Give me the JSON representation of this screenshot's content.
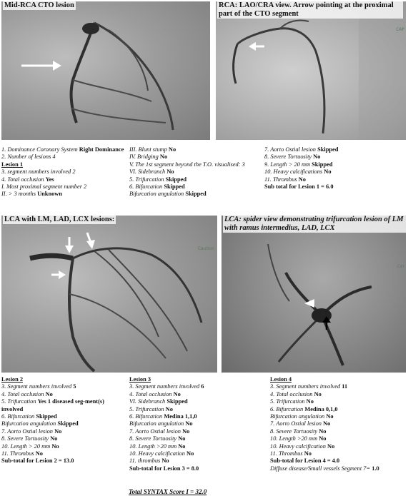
{
  "figures": {
    "fig1": {
      "caption": "Mid-RCA CTO lesion"
    },
    "fig2": {
      "caption": "RCA:  LAO/CRA  view.  Arrow  pointing  at  the proximal part of the CTO segment",
      "overlay": "CAP"
    },
    "fig3": {
      "caption": "LCA with LM, LAD, LCX lesions:",
      "overlay": "Caution"
    },
    "fig4": {
      "caption": "LCA: spider view demonstrating trifurcation lesion of LM with ramus intermedius, LAD, LCX",
      "overlay": "Cor"
    }
  },
  "general": {
    "col1": [
      {
        "text": "1.  Dominance  Coronary  System ",
        "value": "Right Dominance"
      },
      {
        "text": "2. Number of lesions 4"
      },
      {
        "heading": "Lesion 1"
      },
      {
        "text": "3. segment numbers involved 2"
      },
      {
        "text": "4. Total occlusion ",
        "value": "Yes"
      },
      {
        "text": "I. Most proximal segment number 2"
      },
      {
        "text": "II. > 3 months ",
        "value": "Unknown"
      }
    ],
    "col2": [
      {
        "text": "III. Blunt stump ",
        "value": "No"
      },
      {
        "text": "IV. Bridging ",
        "value": "No"
      },
      {
        "text": "V. The 1st segment beyond the T.O. visualised: 3"
      },
      {
        "text": "VI. Sidebranch ",
        "value": "No"
      },
      {
        "text": "5. Trifurcation ",
        "value": "Skipped"
      },
      {
        "text": "6. Bifurcation ",
        "value": "Skipped"
      },
      {
        "text": "Bifurcation angulation ",
        "value": "Skipped"
      }
    ],
    "col3": [
      {
        "text": "7. Aorto Ostial lesion ",
        "value": "Skipped"
      },
      {
        "text": "8. Severe Tortuosity ",
        "value": "No"
      },
      {
        "text": "9. Length > 20 mm ",
        "value": "Skipped"
      },
      {
        "text": "10. Heavy calcifications ",
        "value": "No"
      },
      {
        "text": "11. Thrombus ",
        "value": "No"
      },
      {
        "subtotal": "Sub total for Lesion 1 = 6.0"
      }
    ]
  },
  "lesions": {
    "l2": [
      {
        "heading": "Lesion 2"
      },
      {
        "text": "3. Segment numbers involved ",
        "value": "5"
      },
      {
        "text": "4. Total occlusion ",
        "value": "No"
      },
      {
        "text": "5.  Trifurcation  ",
        "value": "Yes  1  diseased  seg-ment(s) involved",
        "wrap": true
      },
      {
        "text": "6. Bifurcation ",
        "value": "Skipped"
      },
      {
        "text": "Bifurcation angulation ",
        "value": "Skipped"
      },
      {
        "text": "7. Aorto Ostial lesion ",
        "value": "No"
      },
      {
        "text": "8. Severe Tortuosity ",
        "value": "No"
      },
      {
        "text": "10. Length > 20 mm ",
        "value": "No"
      },
      {
        "text": "11. Thrombus ",
        "value": "No"
      },
      {
        "subtotal": "Sub-total for Lesion 2 = 13.0"
      }
    ],
    "l3": [
      {
        "heading": "Lesion 3"
      },
      {
        "text": "3. Segment numbers involved ",
        "value": "6"
      },
      {
        "text": "4. Total occlusion ",
        "value": "No"
      },
      {
        "text": "VI. Sidebranch ",
        "value": "Skipped"
      },
      {
        "text": "5. Trifurcation ",
        "value": "No"
      },
      {
        "text": "6. Bifurcation ",
        "value": "Medina 1,1,0"
      },
      {
        "text": "Bifurcation angulation ",
        "value": "No"
      },
      {
        "text": "7. Aorto Ostial lesion ",
        "value": "No"
      },
      {
        "text": "8. Severe Tortuosity ",
        "value": "No"
      },
      {
        "text": "10. Length >20 mm ",
        "value": "No"
      },
      {
        "text": "10. Heavy calcification ",
        "value": "No"
      },
      {
        "text": "11. thrombus ",
        "value": "No"
      },
      {
        "subtotal": "Sub-total for Lesion 3 = 8.0"
      }
    ],
    "l4": [
      {
        "heading": "Lesion 4"
      },
      {
        "text": "3. Segment numbers involved ",
        "value": "11"
      },
      {
        "text": "4. Total occlusion ",
        "value": "No"
      },
      {
        "text": "5. Trifurcation ",
        "value": "No"
      },
      {
        "text": "6. Bifurcation ",
        "value": "Medina 0,1,0"
      },
      {
        "text": "Bifurcation angulation ",
        "value": "No"
      },
      {
        "text": "7. Aorto Ostial lesion ",
        "value": "No"
      },
      {
        "text": "8. Severe Tortuosity ",
        "value": "No"
      },
      {
        "text": "10. Length >20 mm ",
        "value": "No"
      },
      {
        "text": "10. Heavy calcification ",
        "value": "No"
      },
      {
        "text": "11. Thrombus ",
        "value": "No"
      },
      {
        "subtotal": "Sub-total for Lesion 4 = 4.0"
      },
      {
        "text": "Diffuse disease/Small vessels Segment 7= ",
        "value": "1.0"
      }
    ]
  },
  "total": "Total SYNTAX Score I = 32.0"
}
